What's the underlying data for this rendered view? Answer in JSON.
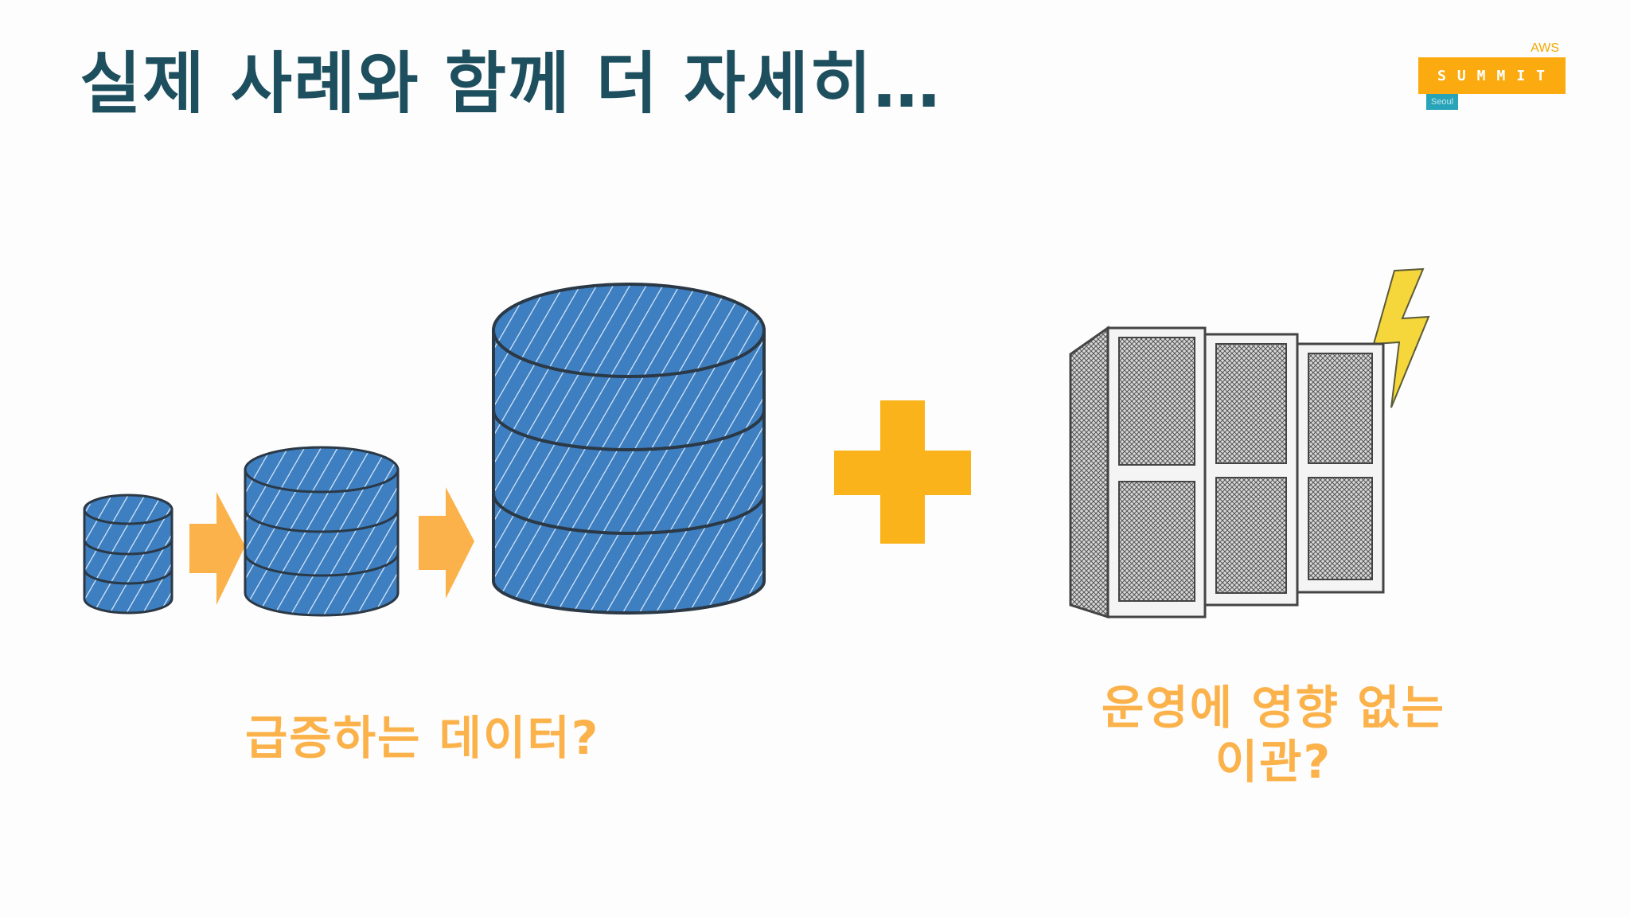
{
  "slide": {
    "title": "실제 사례와 함께 더 자세히…",
    "caption_left": "급증하는 데이터?",
    "caption_right_line1": "운영에 영향 없는",
    "caption_right_line2": "이관?"
  },
  "logo": {
    "top_text": "AWS",
    "main_text": "SUMMIT",
    "sub_text": "Seoul"
  },
  "icons": [
    "database-small-icon",
    "arrow-right-icon",
    "database-medium-icon",
    "database-large-icon",
    "plus-icon",
    "server-rack-icon",
    "lightning-icon"
  ],
  "colors": {
    "title": "#1e4f5e",
    "accent_orange": "#fbb24a",
    "plus_yellow": "#fbb31b",
    "database_blue": "#3d7fc1",
    "logo_orange": "#fbab0f",
    "logo_teal": "#28a4b9"
  }
}
